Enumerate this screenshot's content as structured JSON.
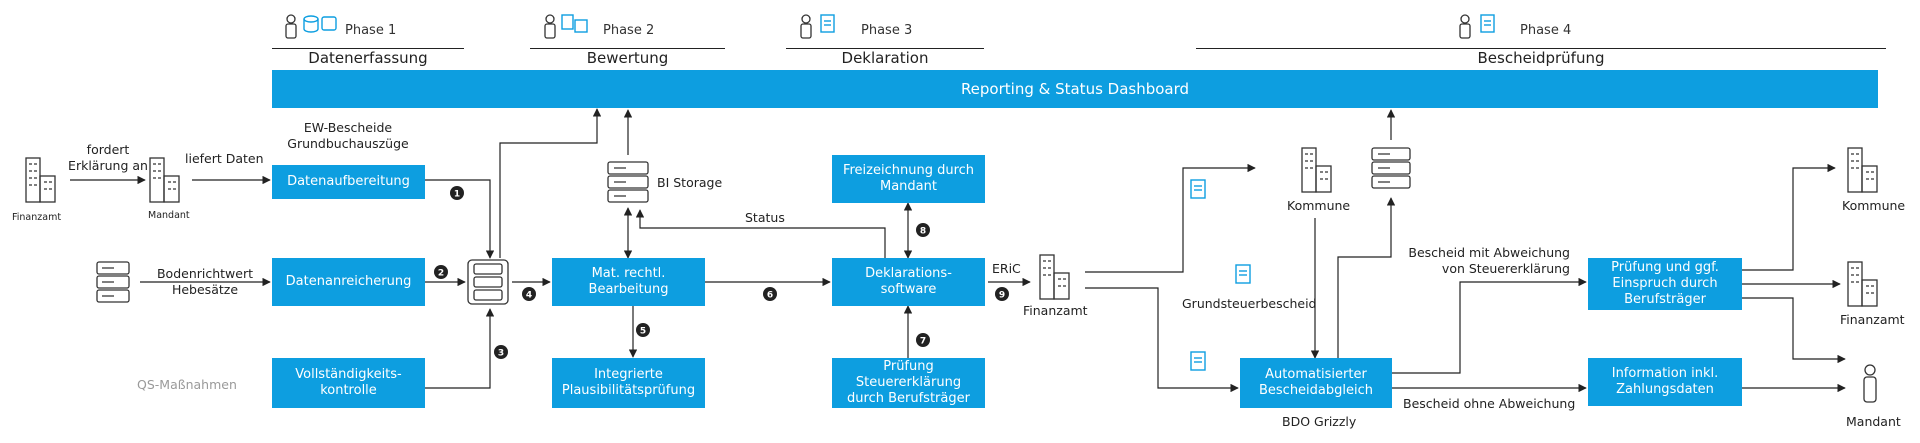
{
  "phases": [
    {
      "label": "Phase 1",
      "title": "Datenerfassung"
    },
    {
      "label": "Phase 2",
      "title": "Bewertung"
    },
    {
      "label": "Phase 3",
      "title": "Deklaration"
    },
    {
      "label": "Phase 4",
      "title": "Bescheidprüfung"
    }
  ],
  "dashboard": "Reporting & Status Dashboard",
  "boxes": {
    "datenaufbereitung": "Datenaufbereitung",
    "datenanreicherung": "Datenanreicherung",
    "vollstaendigkeit_1": "Vollständigkeits-",
    "vollstaendigkeit_2": "kontrolle",
    "mat_1": "Mat. rechtl.",
    "mat_2": "Bearbeitung",
    "plaus_1": "Integrierte",
    "plaus_2": "Plausibilitätsprüfung",
    "frei_1": "Freizeichnung durch",
    "frei_2": "Mandant",
    "dekl_1": "Deklarations-",
    "dekl_2": "software",
    "pruef_1": "Prüfung",
    "pruef_2": "Steuererklärung",
    "pruef_3": "durch Berufsträger",
    "auto_1": "Automatisierter",
    "auto_2": "Bescheidabgleich",
    "einspruch_1": "Prüfung und ggf.",
    "einspruch_2": "Einspruch durch",
    "einspruch_3": "Berufsträger",
    "info_1": "Information inkl.",
    "info_2": "Zahlungsdaten"
  },
  "labels": {
    "fordert_1": "fordert",
    "fordert_2": "Erklärung an",
    "liefert": "liefert Daten",
    "ew_1": "EW-Bescheide",
    "ew_2": "Grundbuchauszüge",
    "boden_1": "Bodenrichtwert",
    "boden_2": "Hebesätze",
    "qs": "QS-Maßnahmen",
    "bi_storage": "BI Storage",
    "status": "Status",
    "eric": "ERiC",
    "finanzamt_left": "Finanzamt",
    "mandant_left": "Mandant",
    "finanzamt_mid": "Finanzamt",
    "kommune_mid": "Kommune",
    "grundsteuerbescheid": "Grundsteuerbescheid",
    "bdo_grizzly": "BDO Grizzly",
    "mit_abw_1": "Bescheid mit Abweichung",
    "mit_abw_2": "von Steuererklärung",
    "ohne_abw": "Bescheid ohne Abweichung",
    "kommune_right": "Kommune",
    "finanzamt_right": "Finanzamt",
    "mandant_right": "Mandant"
  },
  "steps": [
    "1",
    "2",
    "3",
    "4",
    "5",
    "6",
    "7",
    "8",
    "9"
  ],
  "colors": {
    "accent": "#0d9ee0",
    "line": "#222222"
  }
}
